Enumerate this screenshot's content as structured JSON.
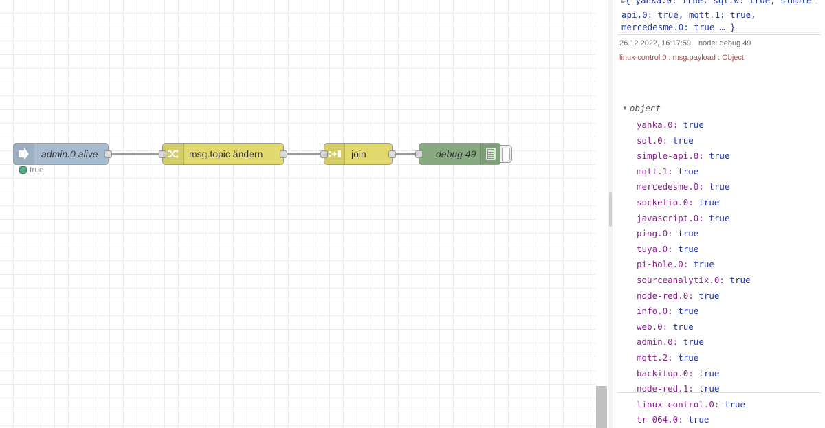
{
  "flow": {
    "nodes": {
      "inject": {
        "label": "admin.0 alive",
        "icon": "arrow-right-icon",
        "color": "#a6bbcf"
      },
      "change": {
        "label": "msg.topic ändern",
        "icon": "shuffle-icon",
        "color": "#e2d96e"
      },
      "join": {
        "label": "join",
        "icon": "join-icon",
        "color": "#e2d96e"
      },
      "debug": {
        "label": "debug 49",
        "icon": "list-icon",
        "color": "#87a980"
      }
    },
    "status": {
      "text": "true",
      "color": "#55aa88"
    }
  },
  "debug_panel": {
    "previous_message": {
      "summary_lines": [
        [
          {
            "k": "yahka.0",
            "v": "true"
          },
          {
            "k": "sql.0",
            "v": "true"
          },
          {
            "k": "simple-",
            "v": ""
          }
        ],
        [
          {
            "k": "api.0",
            "v": "true"
          },
          {
            "k": "mqtt.1",
            "v": "true"
          }
        ],
        [
          {
            "k": "mercedesme.0",
            "v": "true"
          }
        ]
      ],
      "line1_text": "{ yahka.0: true, sql.0: true, simple-",
      "line2_text": "api.0: true, mqtt.1: true,",
      "line3_text": "mercedesme.0: true … }"
    },
    "current_message": {
      "timestamp": "26.12.2022, 16:17:59",
      "node": "node: debug 49",
      "topic": "linux-control.0 : msg.payload : Object",
      "type": "object",
      "properties": [
        {
          "key": "yahka.0",
          "value": "true"
        },
        {
          "key": "sql.0",
          "value": "true"
        },
        {
          "key": "simple-api.0",
          "value": "true"
        },
        {
          "key": "mqtt.1",
          "value": "true"
        },
        {
          "key": "mercedesme.0",
          "value": "true"
        },
        {
          "key": "socketio.0",
          "value": "true"
        },
        {
          "key": "javascript.0",
          "value": "true"
        },
        {
          "key": "ping.0",
          "value": "true"
        },
        {
          "key": "tuya.0",
          "value": "true"
        },
        {
          "key": "pi-hole.0",
          "value": "true"
        },
        {
          "key": "sourceanalytix.0",
          "value": "true"
        },
        {
          "key": "node-red.0",
          "value": "true"
        },
        {
          "key": "info.0",
          "value": "true"
        },
        {
          "key": "web.0",
          "value": "true"
        },
        {
          "key": "admin.0",
          "value": "true"
        },
        {
          "key": "mqtt.2",
          "value": "true"
        },
        {
          "key": "backitup.0",
          "value": "true"
        },
        {
          "key": "node-red.1",
          "value": "true"
        },
        {
          "key": "linux-control.0",
          "value": "true"
        },
        {
          "key": "tr-064.0",
          "value": "true"
        }
      ]
    }
  }
}
